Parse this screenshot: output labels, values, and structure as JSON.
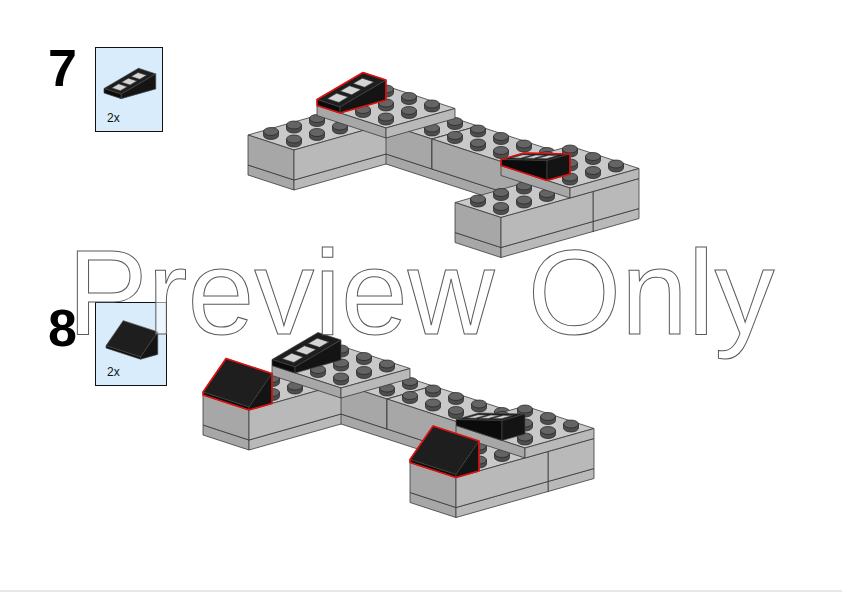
{
  "diagram": {
    "nodes": [
      {
        "text": [
          "2x"
        ]
      },
      {
        "text": [
          "2x"
        ]
      }
    ],
    "labels": [
      "7",
      "8",
      "Preview Only"
    ]
  }
}
